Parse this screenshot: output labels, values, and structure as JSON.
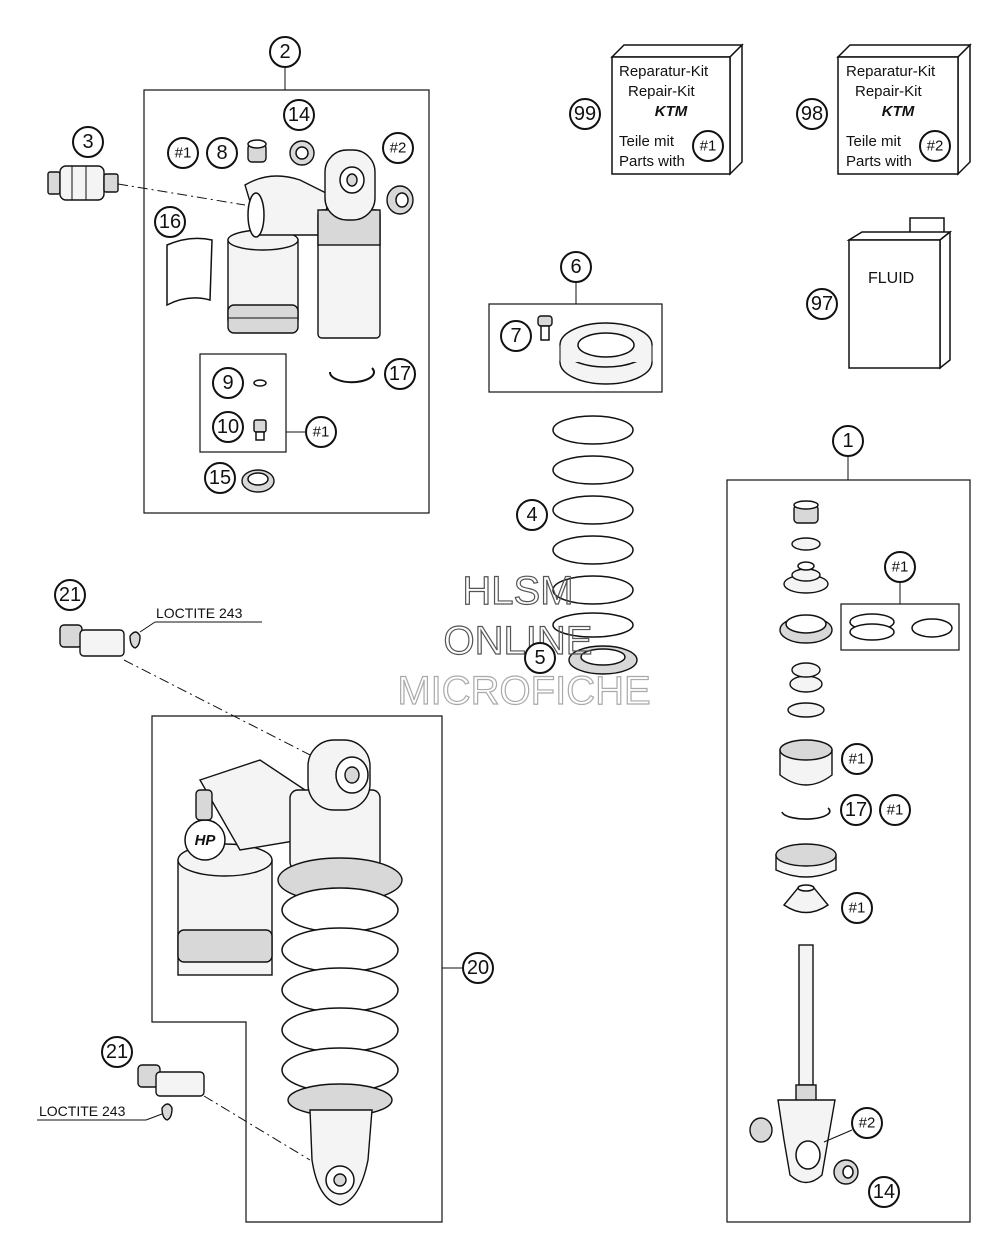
{
  "callouts": {
    "c1": "1",
    "c2": "2",
    "c3": "3",
    "c4": "4",
    "c5": "5",
    "c6": "6",
    "c7": "7",
    "c8": "8",
    "c9": "9",
    "c10": "10",
    "c14": "14",
    "c15": "15",
    "c16": "16",
    "c17": "17",
    "c20": "20",
    "c21": "21",
    "c97": "97",
    "c98": "98",
    "c99": "99"
  },
  "refs": {
    "r1": "#1",
    "r2": "#2"
  },
  "kits": {
    "line1": "Reparatur-Kit",
    "line2": "Repair-Kit",
    "logo": "KTM",
    "line3": "Teile mit",
    "line4": "Parts with"
  },
  "fluid": "FLUID",
  "loctite": "LOCTITE 243",
  "watermark": {
    "l1": "HLSM",
    "l2": "ONLINE",
    "l3": "MICROFICHE"
  },
  "shock_logo": "HP"
}
